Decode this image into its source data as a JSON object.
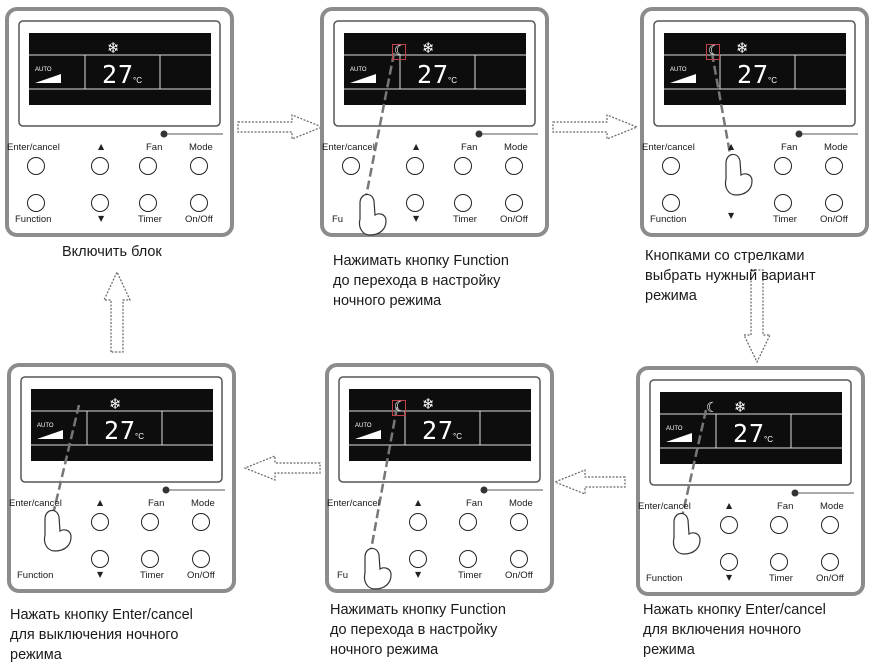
{
  "labels": {
    "enter_cancel": "Enter/cancel",
    "up": "▲",
    "down": "▼",
    "fan": "Fan",
    "mode": "Mode",
    "function": "Function",
    "function_short": "Fu",
    "timer": "Timer",
    "onoff": "On/Off",
    "auto": "AUTO",
    "temp": "27",
    "unit": "°C",
    "snow": "❄",
    "moon": "☾"
  },
  "steps": [
    {
      "caption": [
        "Включить блок"
      ]
    },
    {
      "caption": [
        "Нажимать кнопку Function",
        "до перехода в настройку",
        "ночного режима"
      ]
    },
    {
      "caption": [
        "Кнопками со стрелками",
        "выбрать нужный вариант",
        "режима"
      ]
    },
    {
      "caption": [
        "Нажать кнопку Enter/cancel",
        "для включения ночного",
        "режима"
      ]
    },
    {
      "caption": [
        "Нажимать кнопку Function",
        "до перехода в настройку",
        "ночного режима"
      ]
    },
    {
      "caption": [
        "Нажать кнопку Enter/cancel",
        "для выключения ночного",
        "режима"
      ]
    }
  ]
}
